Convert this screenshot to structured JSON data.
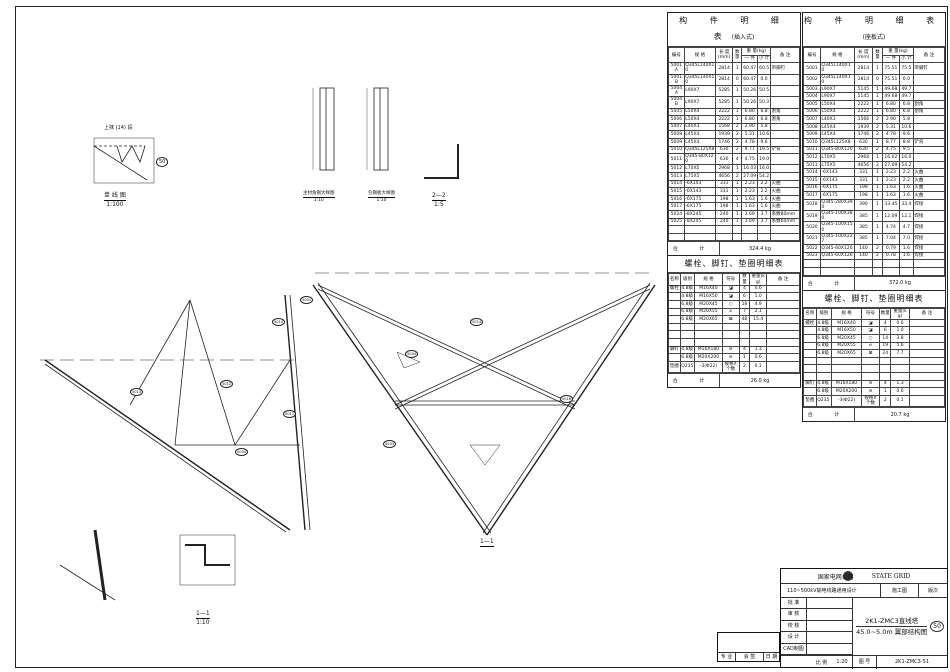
{
  "parts_left": {
    "title": "构 件 明 细 表",
    "title_note": "(插入式)",
    "headers": [
      "编号",
      "规 格",
      "长 度(mm)",
      "数量",
      "一 件",
      "小 计",
      "备 注"
    ],
    "weight_header": "重 量(kg)",
    "rows": [
      [
        "5001A",
        "Q345L140X10",
        "2814",
        "1",
        "60.47",
        "60.5",
        "带脚钉"
      ],
      [
        "5001B",
        "Q345L140X10",
        "2814",
        "0",
        "60.47",
        "0.0",
        ""
      ],
      [
        "5004A",
        "L90X7",
        "5285",
        "1",
        "50.26",
        "50.5",
        ""
      ],
      [
        "5004B",
        "L90X7",
        "5285",
        "1",
        "50.26",
        "50.3",
        ""
      ],
      [
        "5005",
        "L50X4",
        "2222",
        "1",
        "6.80",
        "6.8",
        "割角"
      ],
      [
        "5006",
        "L50X4",
        "2222",
        "1",
        "6.80",
        "6.8",
        "割角"
      ],
      [
        "5007",
        "L40X3",
        "1568",
        "2",
        "2.90",
        "5.8",
        ""
      ],
      [
        "5008",
        "L45X4",
        "1939",
        "2",
        "5.31",
        "10.6",
        ""
      ],
      [
        "5009",
        "L45X4",
        "1746",
        "2",
        "4.78",
        "9.6",
        ""
      ],
      [
        "5010",
        "Q345L125X8",
        "630",
        "2",
        "9.77",
        "19.5",
        "铲背"
      ],
      [
        "5011",
        "Q345-80X120",
        "630",
        "4",
        "4.75",
        "19.0",
        ""
      ],
      [
        "5012",
        "L70X5",
        "2968",
        "1",
        "16.03",
        "16.0",
        ""
      ],
      [
        "5013",
        "L75X5",
        "4656",
        "2",
        "27.09",
        "54.2",
        ""
      ],
      [
        "5014",
        "-6X143",
        "331",
        "1",
        "2.23",
        "2.2",
        "火曲"
      ],
      [
        "5015",
        "-6X143",
        "331",
        "1",
        "2.23",
        "2.2",
        "火曲"
      ],
      [
        "5016",
        "-6X175",
        "198",
        "1",
        "1.63",
        "1.6",
        "火曲"
      ],
      [
        "5017",
        "-6X175",
        "198",
        "1",
        "1.63",
        "1.6",
        "火曲"
      ],
      [
        "5024",
        "-8X245",
        "240",
        "1",
        "3.69",
        "3.7",
        "系数80mm"
      ],
      [
        "5025",
        "-8X245",
        "240",
        "1",
        "3.69",
        "3.7",
        "系数60mm"
      ]
    ],
    "total_label": "合 计",
    "total": "324.4 kg"
  },
  "parts_right": {
    "title": "构 件 明 细 表",
    "title_note": "(座板式)",
    "headers": [
      "编号",
      "规 格",
      "长 度(mm)",
      "数量",
      "一 件",
      "小 计",
      "备 注"
    ],
    "weight_header": "重 量(kg)",
    "rows": [
      [
        "5001",
        "Q345L140X10",
        "2814",
        "1",
        "75.51",
        "75.5",
        "带脚钉"
      ],
      [
        "5002",
        "Q345L140X10",
        "2814",
        "0",
        "75.51",
        "0.0",
        ""
      ],
      [
        "5003",
        "L90X7",
        "5145",
        "1",
        "49.68",
        "49.7",
        ""
      ],
      [
        "5004",
        "L90X7",
        "5145",
        "1",
        "49.68",
        "49.7",
        ""
      ],
      [
        "5005",
        "L50X4",
        "2222",
        "1",
        "6.80",
        "6.8",
        "割角"
      ],
      [
        "5006",
        "L50X4",
        "2222",
        "1",
        "6.80",
        "6.8",
        "割角"
      ],
      [
        "5007",
        "L40X3",
        "1566",
        "2",
        "2.90",
        "5.8",
        ""
      ],
      [
        "5008",
        "L45X4",
        "1939",
        "2",
        "5.31",
        "10.6",
        ""
      ],
      [
        "5009",
        "L45X4",
        "1746",
        "2",
        "4.78",
        "9.6",
        ""
      ],
      [
        "5010",
        "Q345L125X8",
        "630",
        "1",
        "8.77",
        "8.8",
        "铲背"
      ],
      [
        "5011",
        "Q345-80X120",
        "630",
        "2",
        "4.75",
        "9.5",
        ""
      ],
      [
        "5012",
        "L70X5",
        "2968",
        "1",
        "16.02",
        "16.0",
        ""
      ],
      [
        "5013",
        "L75X5",
        "4656",
        "2",
        "27.09",
        "54.2",
        ""
      ],
      [
        "5014",
        "-6X143",
        "331",
        "1",
        "2.23",
        "2.2",
        "火曲"
      ],
      [
        "5015",
        "-6X143",
        "331",
        "1",
        "2.23",
        "2.2",
        "火曲"
      ],
      [
        "5016",
        "-6X175",
        "198",
        "1",
        "1.63",
        "1.6",
        "火曲"
      ],
      [
        "5017",
        "-6X175",
        "198",
        "1",
        "1.63",
        "1.6",
        "火曲"
      ],
      [
        "5018",
        "Q345-280X390",
        "390",
        "1",
        "33.45",
        "33.4",
        "焊接"
      ],
      [
        "5019",
        "Q345-100X380",
        "385",
        "1",
        "12.09",
        "12.1",
        "焊接"
      ],
      [
        "5020",
        "Q345-100X150",
        "385",
        "1",
        "4.74",
        "4.7",
        "焊接"
      ],
      [
        "5021",
        "Q345-100X227",
        "385",
        "1",
        "7.04",
        "7.0",
        "焊接"
      ],
      [
        "5022",
        "Q345-60X120",
        "140",
        "2",
        "0.79",
        "1.6",
        "焊接"
      ],
      [
        "5023",
        "Q345-60X120",
        "140",
        "2",
        "0.78",
        "1.6",
        "焊接"
      ]
    ],
    "total_label": "合 计",
    "total": "372.0 kg"
  },
  "bolts_left": {
    "title": "螺栓、脚钉、垫圈明细表",
    "headers": [
      "名称",
      "级别",
      "规 格",
      "符号",
      "数量",
      "重量(kg)",
      "备 注"
    ],
    "rows": [
      [
        "螺栓",
        "4.8级",
        "M16X40",
        "◪",
        "4",
        "0.6",
        ""
      ],
      [
        "",
        "4.8级",
        "M16X50",
        "◪",
        "6",
        "1.0",
        ""
      ],
      [
        "",
        "6.8级",
        "M20X45",
        "○",
        "18",
        "4.9",
        ""
      ],
      [
        "",
        "6.8级",
        "M20X55",
        "⌀",
        "7",
        "2.1",
        ""
      ],
      [
        "",
        "6.8级",
        "M20X65",
        "⊠",
        "48",
        "15.4",
        ""
      ],
      [
        "",
        "",
        "",
        "",
        "",
        "",
        ""
      ],
      [
        "",
        "",
        "",
        "",
        "",
        "",
        ""
      ],
      [
        "",
        "",
        "",
        "",
        "",
        "",
        ""
      ],
      [
        "脚钉",
        "4.8级",
        "M16X180",
        "⊖",
        "4",
        "1.3",
        ""
      ],
      [
        "",
        "6.8级",
        "M20X200",
        "⊖",
        "1",
        "0.6",
        ""
      ],
      [
        "垫圈",
        "Q235",
        "-3(Φ22)",
        "规格X个数",
        "2",
        "0.1",
        ""
      ]
    ],
    "total_label": "合 计",
    "total": "26.0 kg"
  },
  "bolts_right": {
    "title": "螺栓、脚钉、垫圈明细表",
    "headers": [
      "名称",
      "级别",
      "规 格",
      "符号",
      "数量",
      "重量(kg)",
      "备 注"
    ],
    "rows": [
      [
        "螺栓",
        "4.8级",
        "M16X40",
        "◪",
        "4",
        "0.6",
        ""
      ],
      [
        "",
        "4.8级",
        "M16X50",
        "◪",
        "6",
        "1.0",
        ""
      ],
      [
        "",
        "6.8级",
        "M20X45",
        "○",
        "14",
        "3.8",
        ""
      ],
      [
        "",
        "6.8级",
        "M20X55",
        "⌀",
        "19",
        "5.6",
        ""
      ],
      [
        "",
        "6.8级",
        "M20X65",
        "⊠",
        "24",
        "7.7",
        ""
      ],
      [
        "",
        "",
        "",
        "",
        "",
        "",
        ""
      ],
      [
        "",
        "",
        "",
        "",
        "",
        "",
        ""
      ],
      [
        "",
        "",
        "",
        "",
        "",
        "",
        ""
      ],
      [
        "脚钉",
        "4.8级",
        "M16X180",
        "⊖",
        "4",
        "1.3",
        ""
      ],
      [
        "",
        "6.8级",
        "M20X200",
        "⊖",
        "1",
        "0.6",
        ""
      ],
      [
        "垫圈",
        "Q235",
        "-3(Φ22)",
        "规格X个数",
        "2",
        "0.1",
        ""
      ]
    ],
    "total_label": "合 计",
    "total": "20.7 kg"
  },
  "drawings": {
    "single_line_title": "上抹 (14) 段",
    "single_line_caption": "单 线 图",
    "single_line_scale": "1:100",
    "single_line_mark": "50",
    "main_angle_caption": "主材角钢大样图",
    "main_angle_scale": "1:10",
    "plate_caption": "包钢板大样图",
    "plate_scale": "1:10",
    "section22": "2—2",
    "section22_scale": "1:5",
    "section11": "1—1",
    "section11_scale": "1:10",
    "section11_main": "1—1",
    "part_labels": [
      "5001",
      "5003",
      "5004",
      "5005",
      "5010",
      "5012",
      "5013",
      "5011",
      "5014",
      "5016"
    ]
  },
  "title_block": {
    "company": "国家电网公司",
    "brand": "STATE GRID",
    "project": "110~500kV输电线路通用设计",
    "stage": "施工图",
    "version_label": "版次",
    "roles": [
      "批 准",
      "审 核",
      "校 核",
      "设 计",
      "CAD制图"
    ],
    "drawing_title_1": "2K1-ZMC3直线塔",
    "drawing_title_2": "45.0~5.0m 翼部结构图",
    "sheet_mark": "50",
    "scale_label": "比 例",
    "scale": "1:20",
    "number_label": "图 号",
    "number": "2K1-ZMC3-51"
  },
  "sign_block": {
    "cols": [
      "专 业",
      "会 签",
      "日 期"
    ]
  }
}
